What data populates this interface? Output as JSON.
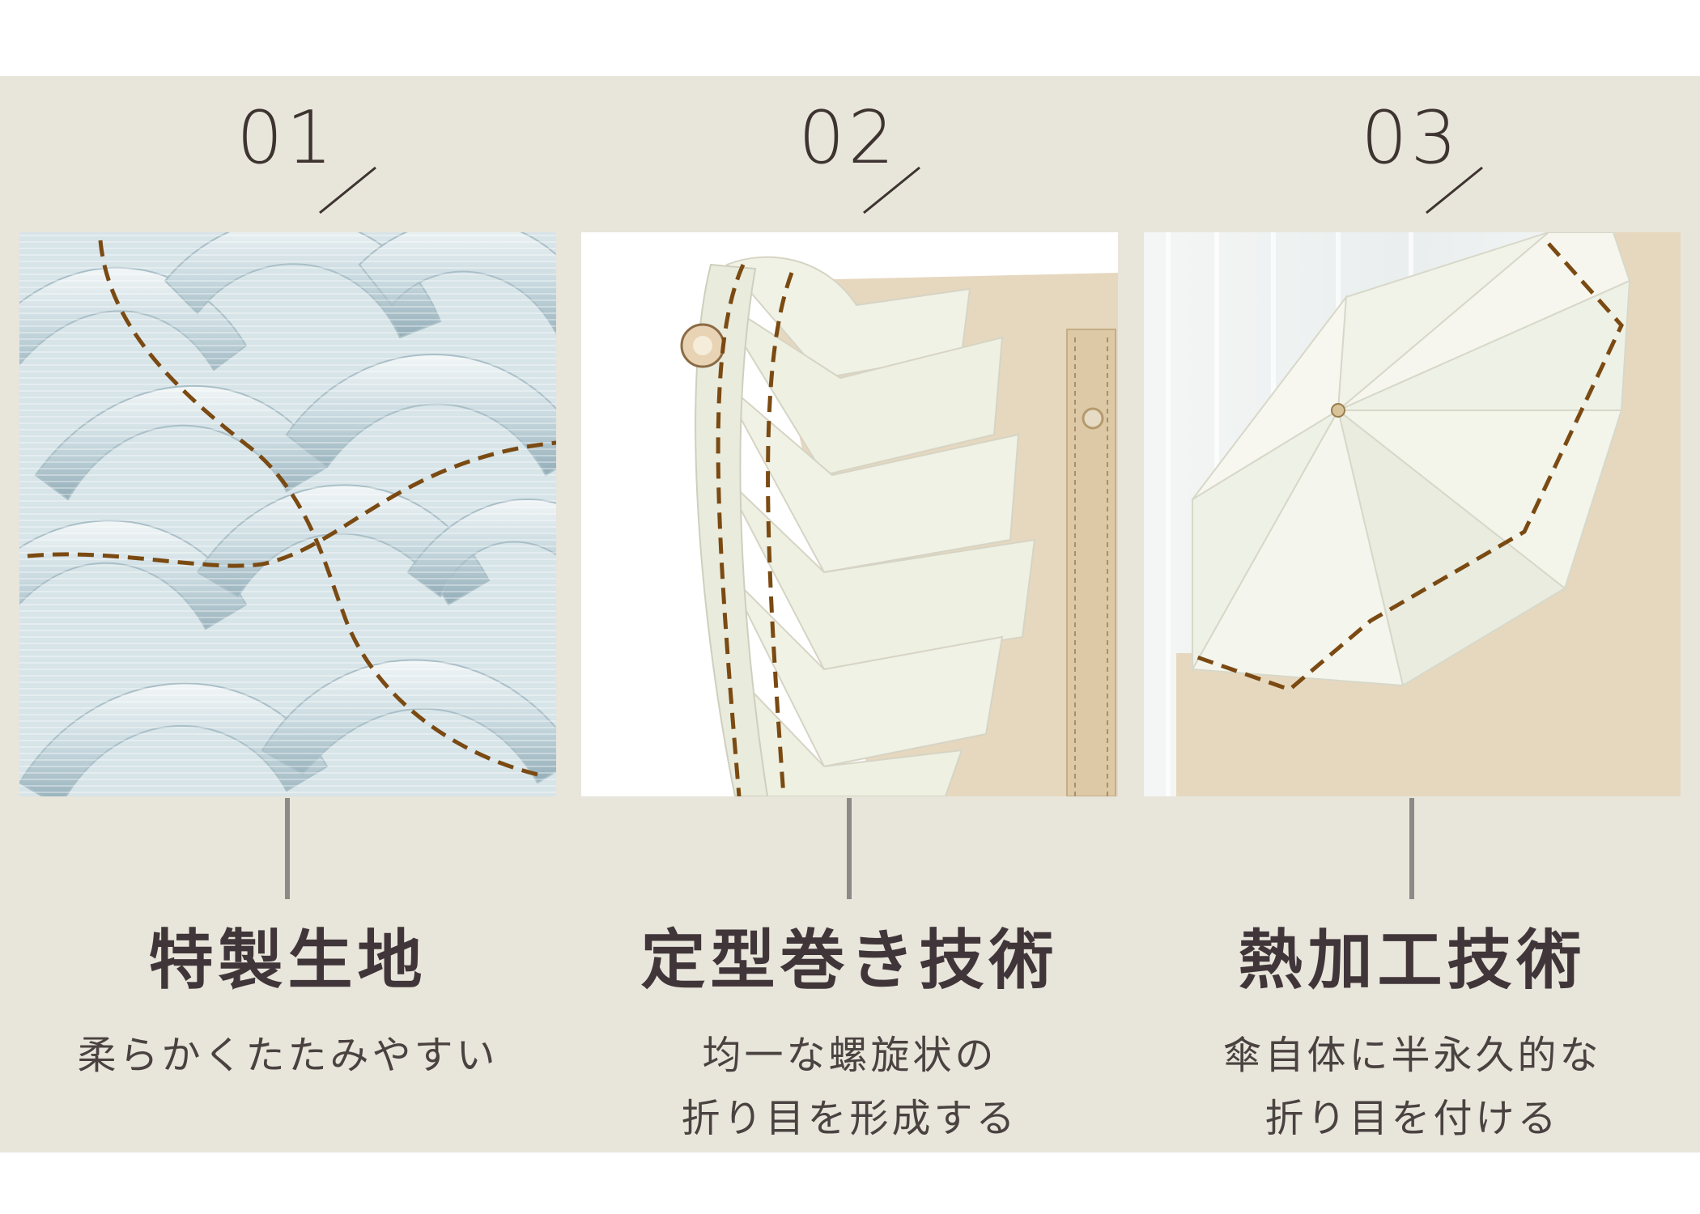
{
  "features": [
    {
      "number": "01",
      "title": "特製生地",
      "desc": [
        "柔らかくたたみやすい"
      ]
    },
    {
      "number": "02",
      "title": "定型巻き技術",
      "desc": [
        "均一な螺旋状の",
        "折り目を形成する"
      ]
    },
    {
      "number": "03",
      "title": "熱加工技術",
      "desc": [
        "傘自体に半永久的な",
        "折り目を付ける"
      ]
    }
  ],
  "colors": {
    "band_background": "#e8e5db",
    "text_dark": "#3d3330",
    "dashed_line": "#7a4a12",
    "connector_line": "#8c8a87",
    "umbrella_beige": "#e6d8bf",
    "umbrella_white": "#f1f2e6",
    "fabric_blue": "#c5d6dc"
  }
}
